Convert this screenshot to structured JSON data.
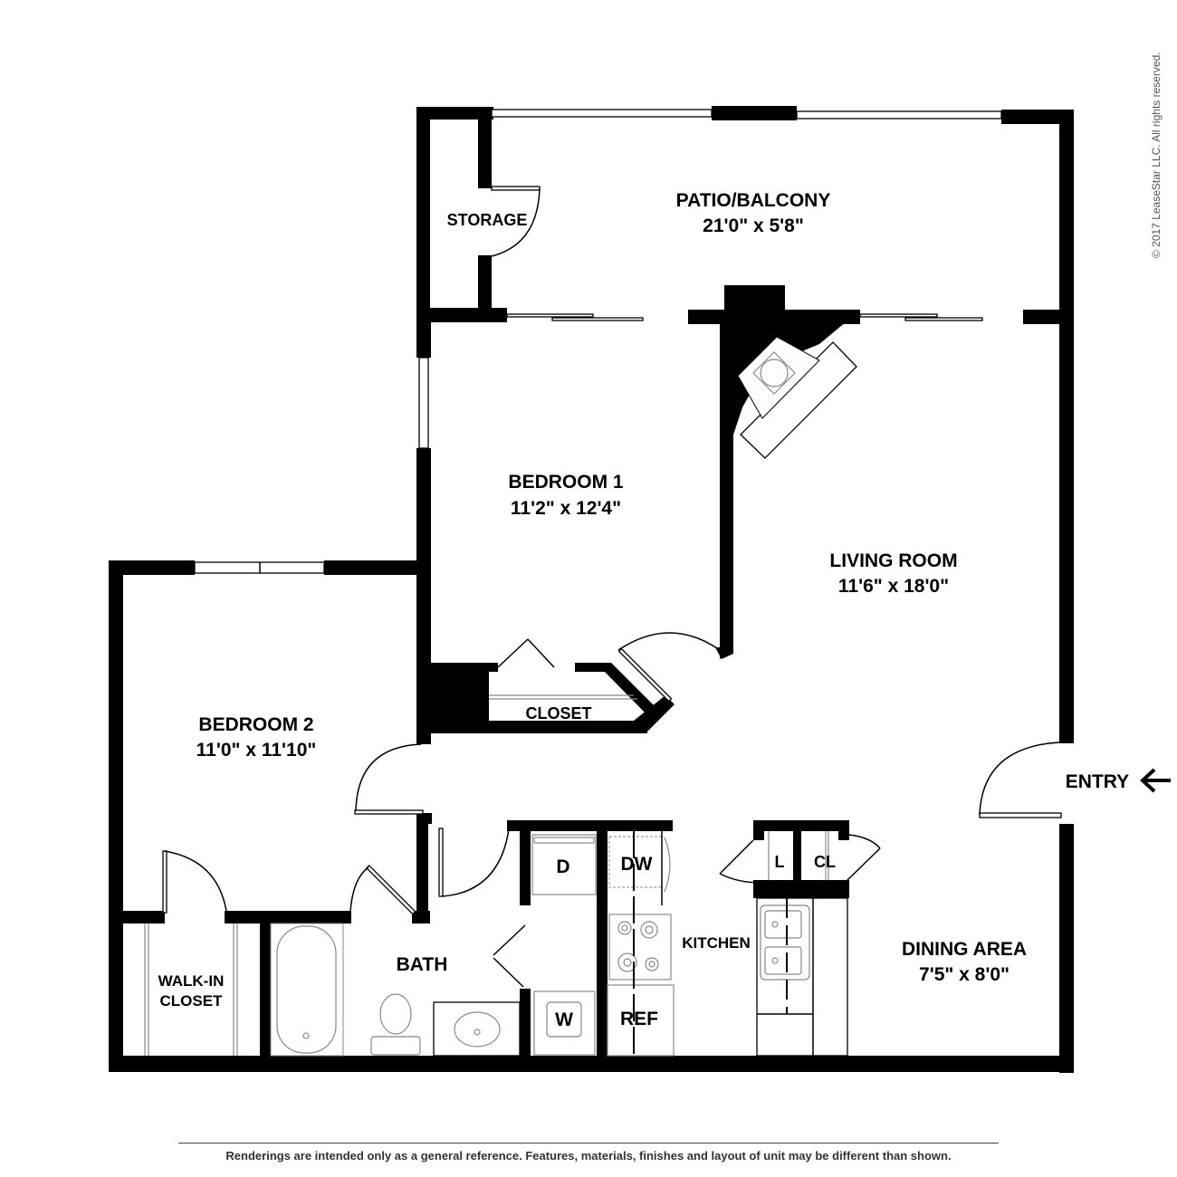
{
  "copyright": "© 2017 LeaseStar LLC. All rights reserved.",
  "disclaimer": "Renderings are intended only as a general reference. Features, materials, finishes and layout of unit may be different than shown.",
  "rooms": {
    "patio": {
      "name": "PATIO/BALCONY",
      "dims": "21'0\" x 5'8\""
    },
    "storage": {
      "name": "STORAGE"
    },
    "bedroom1": {
      "name": "BEDROOM 1",
      "dims": "11'2\" x 12'4\""
    },
    "living": {
      "name": "LIVING ROOM",
      "dims": "11'6\" x 18'0\""
    },
    "bedroom2": {
      "name": "BEDROOM 2",
      "dims": "11'0\" x 11'10\""
    },
    "closet": {
      "name": "CLOSET"
    },
    "walkin": {
      "name_line1": "WALK-IN",
      "name_line2": "CLOSET"
    },
    "bath": {
      "name": "BATH"
    },
    "kitchen": {
      "name": "KITCHEN"
    },
    "dining": {
      "name": "DINING AREA",
      "dims": "7'5\" x 8'0\""
    }
  },
  "fixtures": {
    "dryer": "D",
    "washer": "W",
    "dishwasher": "DW",
    "refrigerator": "REF",
    "linen": "L",
    "coat_closet": "CL"
  },
  "entry": {
    "label": "ENTRY",
    "icon": "arrow-left-icon"
  }
}
